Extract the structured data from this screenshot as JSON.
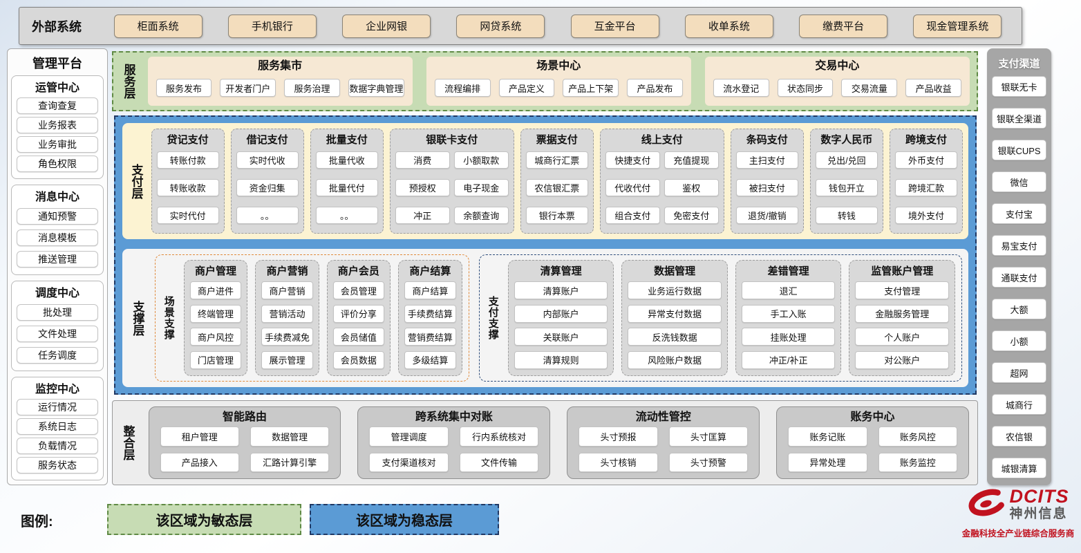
{
  "external": {
    "label": "外部系统",
    "items": [
      "柜面系统",
      "手机银行",
      "企业网银",
      "网贷系统",
      "互金平台",
      "收单系统",
      "缴费平台",
      "现金管理系统"
    ]
  },
  "management": {
    "title": "管理平台",
    "sections": [
      {
        "title": "运管中心",
        "items": [
          "查询查复",
          "业务报表",
          "业务审批",
          "角色权限"
        ]
      },
      {
        "title": "消息中心",
        "items": [
          "通知预警",
          "消息模板",
          "推送管理"
        ]
      },
      {
        "title": "调度中心",
        "items": [
          "批处理",
          "文件处理",
          "任务调度"
        ]
      },
      {
        "title": "监控中心",
        "items": [
          "运行情况",
          "系统日志",
          "负载情况",
          "服务状态"
        ]
      }
    ]
  },
  "service_layer": {
    "label": "服务层",
    "groups": [
      {
        "title": "服务集市",
        "items": [
          "服务发布",
          "开发者门户",
          "服务治理",
          "数据字典管理"
        ]
      },
      {
        "title": "场景中心",
        "items": [
          "流程编排",
          "产品定义",
          "产品上下架",
          "产品发布"
        ]
      },
      {
        "title": "交易中心",
        "items": [
          "流水登记",
          "状态同步",
          "交易流量",
          "产品收益"
        ]
      }
    ]
  },
  "payment_layer": {
    "label": "支付层",
    "columns": [
      {
        "title": "贷记支付",
        "wide": false,
        "items": [
          "转账付款",
          "转账收款",
          "实时代付"
        ]
      },
      {
        "title": "借记支付",
        "wide": false,
        "items": [
          "实时代收",
          "资金归集",
          "。。"
        ]
      },
      {
        "title": "批量支付",
        "wide": false,
        "items": [
          "批量代收",
          "批量代付",
          "。。"
        ]
      },
      {
        "title": "银联卡支付",
        "wide": true,
        "items": [
          "消费",
          "小额取款",
          "预授权",
          "电子现金",
          "冲正",
          "余额查询"
        ]
      },
      {
        "title": "票据支付",
        "wide": false,
        "items": [
          "城商行汇票",
          "农信银汇票",
          "银行本票"
        ]
      },
      {
        "title": "线上支付",
        "wide": true,
        "items": [
          "快捷支付",
          "充值提现",
          "代收代付",
          "鉴权",
          "组合支付",
          "免密支付"
        ]
      },
      {
        "title": "条码支付",
        "wide": false,
        "items": [
          "主扫支付",
          "被扫支付",
          "退货/撤销"
        ]
      },
      {
        "title": "数字人民币",
        "wide": false,
        "items": [
          "兑出/兑回",
          "钱包开立",
          "转钱"
        ]
      },
      {
        "title": "跨境支付",
        "wide": false,
        "items": [
          "外币支付",
          "跨境汇款",
          "境外支付"
        ]
      }
    ]
  },
  "support_layer": {
    "label": "支撑层",
    "sections": [
      {
        "label": "场景支撑",
        "accent": "orange",
        "columns": [
          {
            "title": "商户管理",
            "items": [
              "商户进件",
              "终端管理",
              "商户风控",
              "门店管理"
            ]
          },
          {
            "title": "商户营销",
            "items": [
              "商户营销",
              "营销活动",
              "手续费减免",
              "展示管理"
            ]
          },
          {
            "title": "商户会员",
            "items": [
              "会员管理",
              "评价分享",
              "会员储值",
              "会员数据"
            ]
          },
          {
            "title": "商户结算",
            "items": [
              "商户结算",
              "手续费结算",
              "营销费结算",
              "多级结算"
            ]
          }
        ]
      },
      {
        "label": "支付支撑",
        "accent": "navy",
        "columns": [
          {
            "title": "清算管理",
            "items": [
              "清算账户",
              "内部账户",
              "关联账户",
              "清算规则"
            ]
          },
          {
            "title": "数据管理",
            "items": [
              "业务运行数据",
              "异常支付数据",
              "反洗钱数据",
              "风险账户数据"
            ]
          },
          {
            "title": "差错管理",
            "items": [
              "退汇",
              "手工入账",
              "挂账处理",
              "冲正/补正"
            ]
          },
          {
            "title": "监管账户管理",
            "items": [
              "支付管理",
              "金融服务管理",
              "个人账户",
              "对公账户"
            ]
          }
        ]
      }
    ]
  },
  "integration_layer": {
    "label": "整合层",
    "groups": [
      {
        "title": "智能路由",
        "items": [
          "租户管理",
          "数据管理",
          "产品接入",
          "汇路计算引擎"
        ]
      },
      {
        "title": "跨系统集中对账",
        "items": [
          "管理调度",
          "行内系统核对",
          "支付渠道核对",
          "文件传输"
        ]
      },
      {
        "title": "流动性管控",
        "items": [
          "头寸预报",
          "头寸匡算",
          "头寸核销",
          "头寸预警"
        ]
      },
      {
        "title": "账务中心",
        "items": [
          "账务记账",
          "账务风控",
          "异常处理",
          "账务监控"
        ]
      }
    ]
  },
  "channels": {
    "title": "支付渠道",
    "items": [
      "银联无卡",
      "银联全渠道",
      "银联CUPS",
      "微信",
      "支付宝",
      "易宝支付",
      "通联支付",
      "大额",
      "小额",
      "超网",
      "城商行",
      "农信银",
      "城银清算"
    ]
  },
  "legend": {
    "label": "图例:",
    "agile": "该区域为敏态层",
    "stable": "该区域为稳态层"
  },
  "logo": {
    "brand": "DCITS",
    "company": "神州信息",
    "tagline": "金融科技全产业链综合服务商"
  },
  "colors": {
    "agile_green": "#c7dcb4",
    "stable_blue": "#5b9bd5",
    "accent_orange": "#e08a3c",
    "accent_navy": "#1f3864",
    "brand_red": "#c1121f"
  }
}
